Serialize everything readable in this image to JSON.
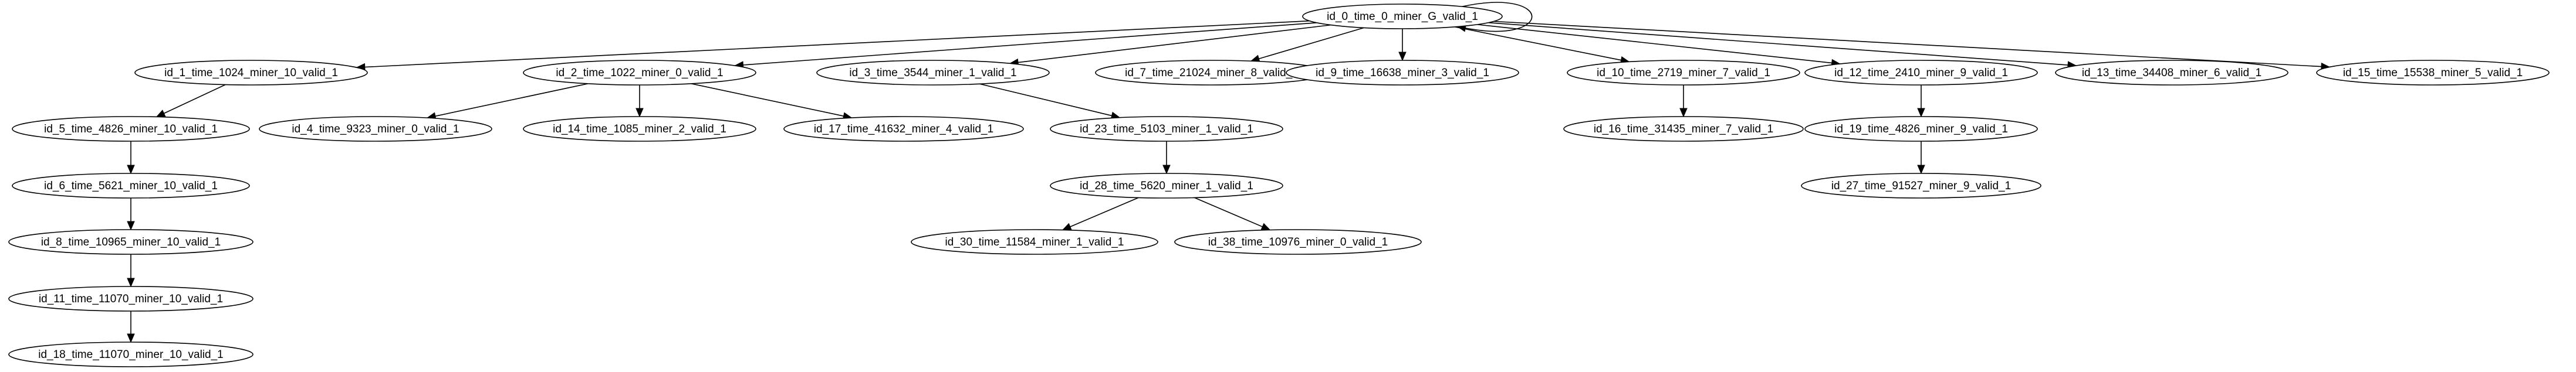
{
  "graph": {
    "nodes": [
      {
        "id": "n0",
        "label": "id_0_time_0_miner_G_valid_1"
      },
      {
        "id": "n1",
        "label": "id_1_time_1024_miner_10_valid_1"
      },
      {
        "id": "n2",
        "label": "id_2_time_1022_miner_0_valid_1"
      },
      {
        "id": "n3",
        "label": "id_3_time_3544_miner_1_valid_1"
      },
      {
        "id": "n7",
        "label": "id_7_time_21024_miner_8_valid_1"
      },
      {
        "id": "n9",
        "label": "id_9_time_16638_miner_3_valid_1"
      },
      {
        "id": "n10",
        "label": "id_10_time_2719_miner_7_valid_1"
      },
      {
        "id": "n12",
        "label": "id_12_time_2410_miner_9_valid_1"
      },
      {
        "id": "n13",
        "label": "id_13_time_34408_miner_6_valid_1"
      },
      {
        "id": "n15",
        "label": "id_15_time_15538_miner_5_valid_1"
      },
      {
        "id": "n5",
        "label": "id_5_time_4826_miner_10_valid_1"
      },
      {
        "id": "n4",
        "label": "id_4_time_9323_miner_0_valid_1"
      },
      {
        "id": "n14",
        "label": "id_14_time_1085_miner_2_valid_1"
      },
      {
        "id": "n17",
        "label": "id_17_time_41632_miner_4_valid_1"
      },
      {
        "id": "n23",
        "label": "id_23_time_5103_miner_1_valid_1"
      },
      {
        "id": "n16",
        "label": "id_16_time_31435_miner_7_valid_1"
      },
      {
        "id": "n19",
        "label": "id_19_time_4826_miner_9_valid_1"
      },
      {
        "id": "n6",
        "label": "id_6_time_5621_miner_10_valid_1"
      },
      {
        "id": "n28",
        "label": "id_28_time_5620_miner_1_valid_1"
      },
      {
        "id": "n27",
        "label": "id_27_time_91527_miner_9_valid_1"
      },
      {
        "id": "n8",
        "label": "id_8_time_10965_miner_10_valid_1"
      },
      {
        "id": "n30",
        "label": "id_30_time_11584_miner_1_valid_1"
      },
      {
        "id": "n38",
        "label": "id_38_time_10976_miner_0_valid_1"
      },
      {
        "id": "n11",
        "label": "id_11_time_11070_miner_10_valid_1"
      },
      {
        "id": "n18",
        "label": "id_18_time_11070_miner_10_valid_1"
      }
    ],
    "edges": [
      {
        "from": "n0",
        "to": "n0"
      },
      {
        "from": "n0",
        "to": "n1"
      },
      {
        "from": "n0",
        "to": "n2"
      },
      {
        "from": "n0",
        "to": "n3"
      },
      {
        "from": "n0",
        "to": "n7"
      },
      {
        "from": "n0",
        "to": "n9"
      },
      {
        "from": "n0",
        "to": "n10"
      },
      {
        "from": "n0",
        "to": "n12"
      },
      {
        "from": "n0",
        "to": "n13"
      },
      {
        "from": "n0",
        "to": "n15"
      },
      {
        "from": "n1",
        "to": "n5"
      },
      {
        "from": "n5",
        "to": "n6"
      },
      {
        "from": "n6",
        "to": "n8"
      },
      {
        "from": "n8",
        "to": "n11"
      },
      {
        "from": "n11",
        "to": "n18"
      },
      {
        "from": "n2",
        "to": "n4"
      },
      {
        "from": "n2",
        "to": "n14"
      },
      {
        "from": "n2",
        "to": "n17"
      },
      {
        "from": "n3",
        "to": "n23"
      },
      {
        "from": "n23",
        "to": "n28"
      },
      {
        "from": "n28",
        "to": "n30"
      },
      {
        "from": "n28",
        "to": "n38"
      },
      {
        "from": "n10",
        "to": "n16"
      },
      {
        "from": "n12",
        "to": "n19"
      },
      {
        "from": "n19",
        "to": "n27"
      }
    ]
  }
}
